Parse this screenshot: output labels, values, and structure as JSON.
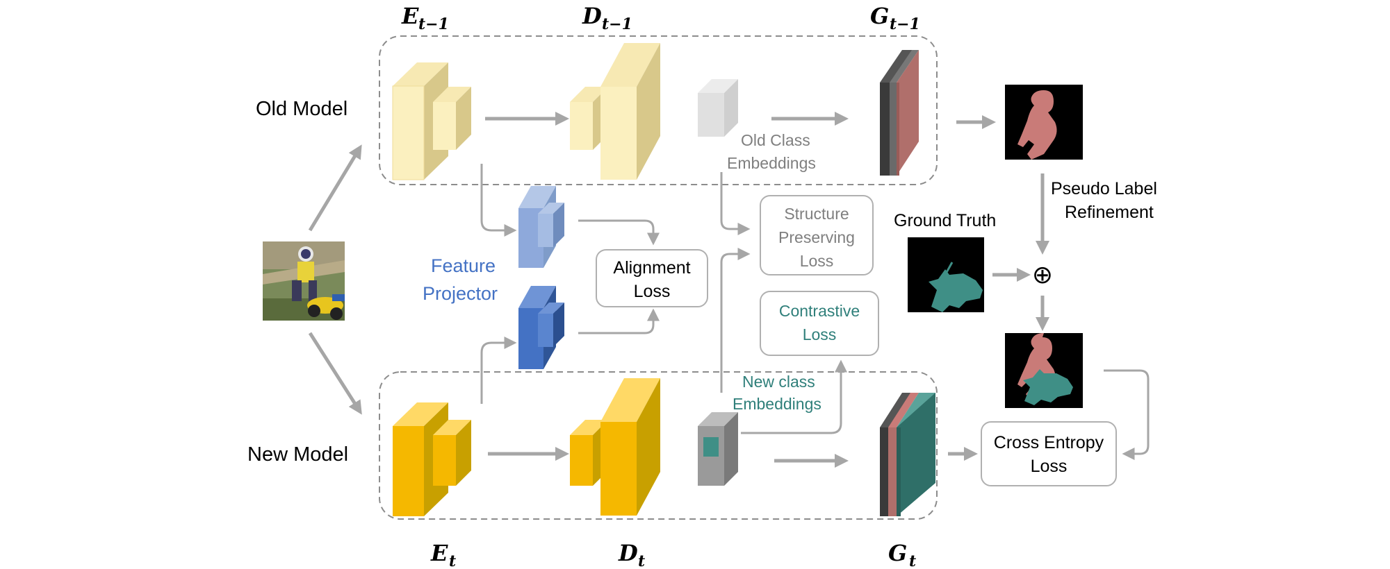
{
  "labels": {
    "old_model": "Old Model",
    "new_model": "New Model",
    "feature_projector_1": "Feature",
    "feature_projector_2": "Projector",
    "old_class_1": "Old Class",
    "old_class_2": "Embeddings",
    "new_class_1": "New class",
    "new_class_2": "Embeddings",
    "structure_1": "Structure",
    "structure_2": "Preserving",
    "structure_3": "Loss",
    "alignment_1": "Alignment",
    "alignment_2": "Loss",
    "contrastive_1": "Contrastive",
    "contrastive_2": "Loss",
    "ground_truth": "Ground Truth",
    "pseudo_1": "Pseudo Label",
    "pseudo_2": "Refinement",
    "cross_1": "Cross Entropy",
    "cross_2": "Loss",
    "plus_symbol": "⊕"
  },
  "math": {
    "e_old_base": "E",
    "e_old_sub": "t−1",
    "d_old_base": "D",
    "d_old_sub": "t−1",
    "g_old_base": "G",
    "g_old_sub": "t−1",
    "e_new_base": "E",
    "e_new_sub": "t",
    "d_new_base": "D",
    "d_new_sub": "t",
    "g_new_base": "G",
    "g_new_sub": "t"
  },
  "colors": {
    "old_block": "#e9d58e",
    "new_block": "#f2b400",
    "projector_light": "#8ea9db",
    "projector_dark": "#4472c4",
    "old_class_mask": "#c97b78",
    "new_class_mask": "#3f8f86"
  }
}
